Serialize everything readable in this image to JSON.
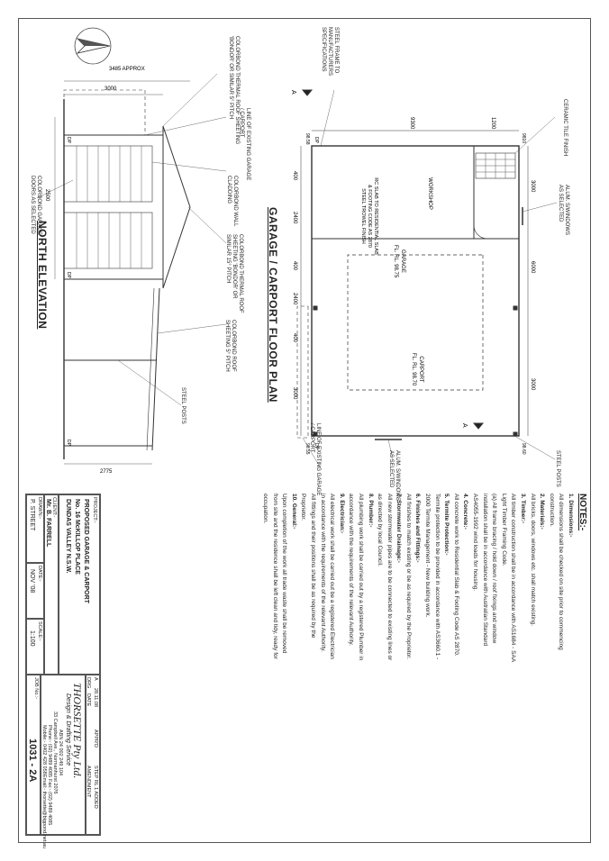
{
  "plan": {
    "title": "GARAGE / CARPORT FLOOR PLAN",
    "labels": {
      "ceramic": "CERAMIC TILE FINISH",
      "alum_top": [
        "ALUM. S/WINDOWS",
        "AS SELECTED"
      ],
      "workshop": "WORKSHOP",
      "steel_posts": "STEEL POSTS",
      "alum_right": [
        "ALUM. S/WINDOWS",
        "AS SELECTED"
      ],
      "garage": [
        "GARAGE",
        "FL. RL. 98.75"
      ],
      "carport": [
        "CARPORT",
        "FL. RL. 98.70"
      ],
      "slab": [
        "RC SLAB TO RESIDENTIAL SLAB",
        "& FOOTING CODE AS 2870",
        "STEEL TROWEL FINISH"
      ],
      "steel_frame": [
        "STEEL FRAME TO",
        "MANUFACTURERS",
        "SPECIFICATIONS"
      ],
      "line_existing": [
        "LINE OF EXISTING GARAGE",
        "/ CARPORT"
      ],
      "dims": [
        "3000",
        "6000",
        "3000",
        "1200",
        "9300",
        "400",
        "2400",
        "400",
        "2400",
        "400",
        "3000"
      ],
      "levels": [
        "9810",
        "98.60",
        "98.58",
        "98.55",
        "DP",
        "DP"
      ],
      "section_marks": [
        "A",
        "A"
      ]
    }
  },
  "elevation": {
    "title": "NORTH ELEVATION",
    "labels": {
      "line_existing": [
        "LINE OF EXISTING GARAGE",
        "/ CARPORT"
      ],
      "colorbond_roof1": [
        "COLORBOND THERMAL ROOF SHEETING",
        "'BONDOR' OR SIMILAR 5° PITCH"
      ],
      "colorbond_wall": [
        "COLORBOND WALL",
        "CLADDING"
      ],
      "colorbond_roof2": [
        "COLORBOND THERMAL ROOF",
        "SHEETING 'BONDOR' OR",
        "SIMILAR 15° PITCH"
      ],
      "colorbond_roof3": [
        "COLORBOND ROOF",
        "SHEETING 5° PITCH"
      ],
      "steel_posts": "STEEL POSTS",
      "garage_doors": [
        "COLORBOND GARAGE",
        "DOORS AS SELECTED"
      ],
      "dims": [
        "3485 APPROX",
        "3000",
        "2500",
        "2775",
        "DP",
        "DP",
        "DP"
      ]
    }
  },
  "notes": {
    "heading": "NOTES:-",
    "lines": [
      {
        "t": "1. Dimensions:-",
        "b": true
      },
      {
        "t": "All dimensions shall be checked on site prior to commencing",
        "b": false
      },
      {
        "t": "construction.",
        "b": false
      },
      {
        "t": "2. Materials:-",
        "b": true
      },
      {
        "t": "All bricks, doors, windows etc. shall match existing.",
        "b": false
      },
      {
        "t": "3. Timber:-",
        "b": true
      },
      {
        "t": "All timber construction shall be in accordance with AS1684 - SAA",
        "b": false
      },
      {
        "t": "Light Timber Framing Code.",
        "b": false
      },
      {
        "t": "(a) All frame bracing / hold down / roof fixings and window",
        "b": false
      },
      {
        "t": "installation shall be in accordance with Australian Standard",
        "b": false
      },
      {
        "t": "AS4055-1992 wind loads for housing.",
        "b": false
      },
      {
        "t": "4. Concrete:-",
        "b": true
      },
      {
        "t": "All concrete work to Residential Slab & Footing Code AS 2870.",
        "b": false
      },
      {
        "t": "5. Termite Protection:-",
        "b": true
      },
      {
        "t": "Termite protection to be provided in accordance with AS3660.1 -",
        "b": false
      },
      {
        "t": "2000 Termite Management - New building work.",
        "b": false
      },
      {
        "t": "6. Finishes and Fittings:-",
        "b": true
      },
      {
        "t": "All finishes to match existing or be as required by the Proprietor.",
        "b": false
      },
      {
        "t": "7. Stormwater Drainage:-",
        "b": true
      },
      {
        "t": "All new stormwater pipes are to be connected to existing lines or",
        "b": false
      },
      {
        "t": "as directed by local Council.",
        "b": false
      },
      {
        "t": "8. Plumber:-",
        "b": true
      },
      {
        "t": "All plumbing work shall be carried out by a registered Plumber in",
        "b": false
      },
      {
        "t": "accordance with the requirements of the relevant Authority.",
        "b": false
      },
      {
        "t": "9. Electrician:-",
        "b": true
      },
      {
        "t": "All electrical work shall be carried out be a registered Electrician",
        "b": false
      },
      {
        "t": "in accordance with the requirements of the relevant Authority.",
        "b": false
      },
      {
        "t": "All fittings and their positions shall be as required by the",
        "b": false
      },
      {
        "t": "Proprietor.",
        "b": false
      },
      {
        "t": "10. General:-",
        "b": true
      },
      {
        "t": "Upon completion of the work all trade waste shall be removed",
        "b": false
      },
      {
        "t": "from site and the residence shall be left clean and tidy, ready for",
        "b": false
      },
      {
        "t": "occupation.",
        "b": false
      }
    ]
  },
  "title_block": {
    "revision": {
      "rev_label": "A",
      "date_label": "APPR'D",
      "desc_label": "STEP RL 1 ADDED",
      "date2": "28.11.08",
      "d": "DATE",
      "am": "AMENDMENT",
      "col": "DRG"
    },
    "project_label": "PROJECT:-",
    "project": [
      "PROPOSED GARAGE & CARPORT",
      "No. 16 McKILLOP PLACE",
      "DUNDAS VALLEY  N.S.W."
    ],
    "client_label": "CLIENT:-",
    "client": "Mr. B. FARRELL",
    "drawn_label": "DRAWN:-",
    "drawn": "P. STREET",
    "date_label": "DATE:-",
    "date": "NOV '08",
    "scale_label": "SCALE:-",
    "scale": "1:100",
    "company": "THORSETTE Pty Ltd.",
    "service": "Design & Drafting Service",
    "details": [
      "ABN 24 002 249 104",
      "33 Campbell Ave., Normanhurst 2076",
      "Phone:- (02) 9489 4085",
      "Fax:- (02) 9489 4085",
      "Mobile:- 0402 428 058",
      "Email:- thorsette@bigpond.net.au"
    ],
    "job_label": "JOB No.:-",
    "job": "1031 - 2A"
  }
}
